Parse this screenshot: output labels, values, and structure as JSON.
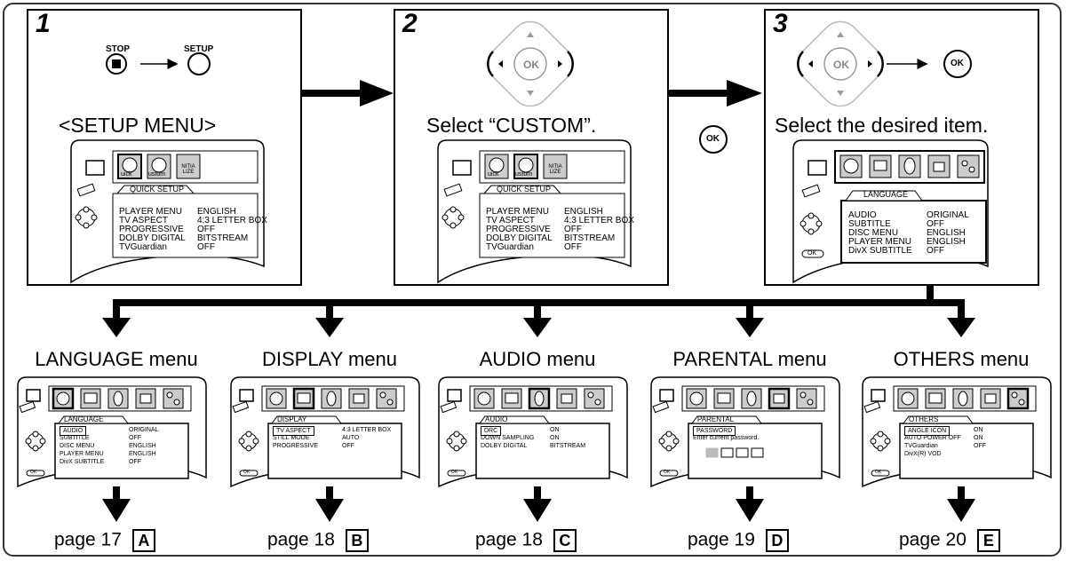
{
  "steps": [
    {
      "number": "1",
      "label_stop": "STOP",
      "label_setup": "SETUP",
      "title": "<SETUP MENU>"
    },
    {
      "number": "2",
      "title": "Select “CUSTOM”."
    },
    {
      "number": "3",
      "title": "Select the desired item."
    }
  ],
  "ok_label": "OK",
  "icons": {
    "quick": "uick",
    "custom": "ustom",
    "init": "NITIA LIZE"
  },
  "quick_setup": {
    "tab": "QUICK SETUP",
    "rows": [
      {
        "name": "PLAYER MENU",
        "value": "ENGLISH"
      },
      {
        "name": "TV ASPECT",
        "value": "4:3 LETTER BOX"
      },
      {
        "name": "PROGRESSIVE",
        "value": "OFF"
      },
      {
        "name": "DOLBY DIGITAL",
        "value": "BITSTREAM"
      },
      {
        "name": "TVGuardian",
        "value": "OFF"
      }
    ]
  },
  "language_screen": {
    "tab": "LANGUAGE",
    "rows": [
      {
        "name": "AUDIO",
        "value": "ORIGINAL"
      },
      {
        "name": "SUBTITLE",
        "value": "OFF"
      },
      {
        "name": "DISC MENU",
        "value": "ENGLISH"
      },
      {
        "name": "PLAYER MENU",
        "value": "ENGLISH"
      },
      {
        "name": "DivX SUBTITLE",
        "value": "OFF"
      }
    ]
  },
  "submenus": [
    {
      "title": "LANGUAGE menu",
      "tab": "LANGUAGE",
      "page": "page 17",
      "letter": "A",
      "rows": [
        {
          "name": "AUDIO",
          "value": "ORIGINAL"
        },
        {
          "name": "SUBTITLE",
          "value": "OFF"
        },
        {
          "name": "DISC MENU",
          "value": "ENGLISH"
        },
        {
          "name": "PLAYER MENU",
          "value": "ENGLISH"
        },
        {
          "name": "DivX SUBTITLE",
          "value": "OFF"
        }
      ]
    },
    {
      "title": "DISPLAY menu",
      "tab": "DISPLAY",
      "page": "page 18",
      "letter": "B",
      "rows": [
        {
          "name": "TV ASPECT",
          "value": "4:3 LETTER BOX"
        },
        {
          "name": "STILL MODE",
          "value": "AUTO"
        },
        {
          "name": "PROGRESSIVE",
          "value": "OFF"
        }
      ]
    },
    {
      "title": "AUDIO menu",
      "tab": "AUDIO",
      "page": "page 18",
      "letter": "C",
      "rows": [
        {
          "name": "DRC",
          "value": "ON"
        },
        {
          "name": "DOWN SAMPLING",
          "value": "ON"
        },
        {
          "name": "DOLBY DIGITAL",
          "value": "BITSTREAM"
        }
      ]
    },
    {
      "title": "PARENTAL menu",
      "tab": "PARENTAL",
      "page": "page 19",
      "letter": "D",
      "rows": [
        {
          "name": "PASSWORD",
          "value": ""
        },
        {
          "name": "Enter current password.",
          "value": ""
        }
      ]
    },
    {
      "title": "OTHERS menu",
      "tab": "OTHERS",
      "page": "page 20",
      "letter": "E",
      "rows": [
        {
          "name": "ANGLE ICON",
          "value": "ON"
        },
        {
          "name": "AUTO POWER OFF",
          "value": "ON"
        },
        {
          "name": "TVGuardian",
          "value": "OFF"
        },
        {
          "name": "DivX(R) VOD",
          "value": ""
        }
      ]
    }
  ]
}
